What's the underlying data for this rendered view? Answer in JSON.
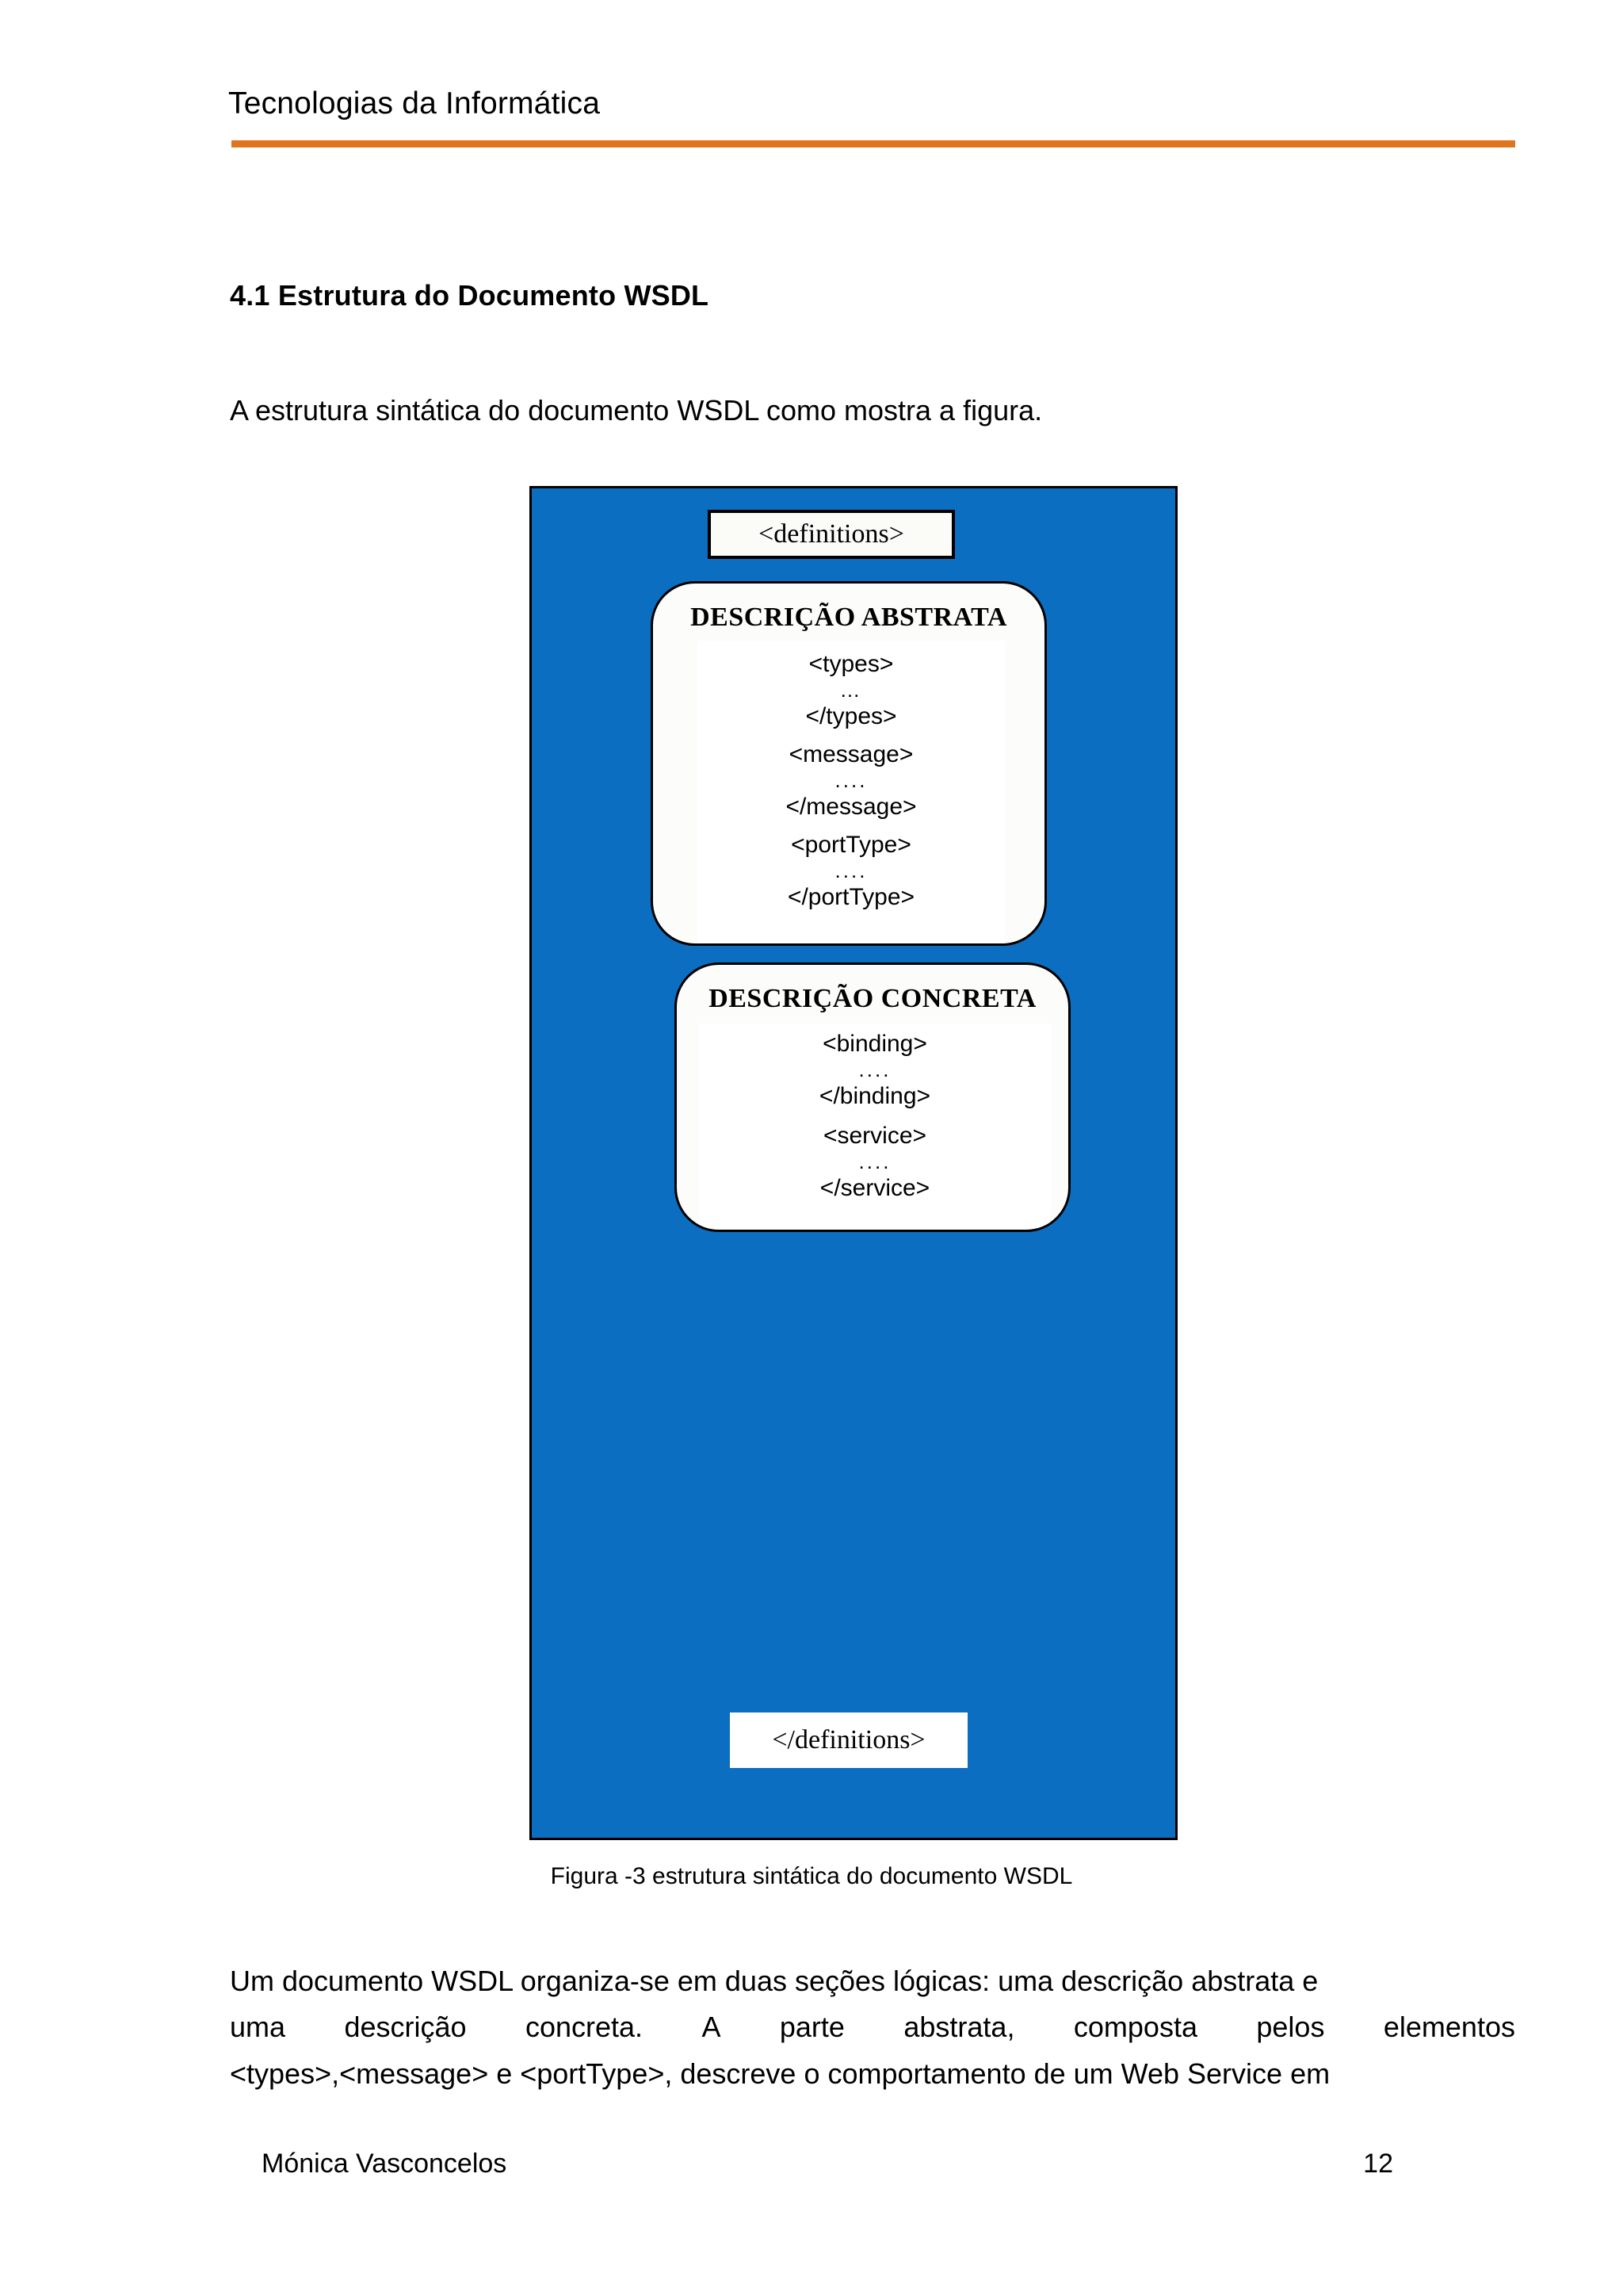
{
  "header": {
    "title": "Tecnologias da Informática",
    "rule_color": "#E0741C"
  },
  "section": {
    "heading": "4.1 Estrutura do Documento WSDL",
    "intro": "A estrutura sintática do documento WSDL como mostra a figura."
  },
  "diagram": {
    "background_color": "#0B6EC1",
    "border_color": "#000000",
    "open_tag": "<definitions>",
    "close_tag": "</definitions>",
    "panels": [
      {
        "title": "DESCRIÇÃO ABSTRATA",
        "blocks": [
          {
            "open": "<types>",
            "dots": "…",
            "close": "</types>"
          },
          {
            "open": "<message>",
            "dots": "....",
            "close": "</message>"
          },
          {
            "open": "<portType>",
            "dots": "....",
            "close": "</portType>"
          }
        ]
      },
      {
        "title": "DESCRIÇÃO CONCRETA",
        "blocks": [
          {
            "open": "<binding>",
            "dots": "....",
            "close": "</binding>"
          },
          {
            "open": "<service>",
            "dots": "....",
            "close": "</service>"
          }
        ]
      }
    ],
    "caption": "Figura -3 estrutura sintática do documento WSDL"
  },
  "body": {
    "line1": "Um documento WSDL organiza-se em duas seções lógicas: uma descrição abstrata e",
    "line2_words": [
      "uma",
      "descrição",
      "concreta.",
      "A",
      "parte",
      "abstrata,",
      "composta",
      "pelos",
      "elementos"
    ],
    "line3": "<types>,<message> e <portType>, descreve o comportamento de um Web Service em"
  },
  "footer": {
    "author": "Mónica Vasconcelos",
    "page_number": "12"
  }
}
